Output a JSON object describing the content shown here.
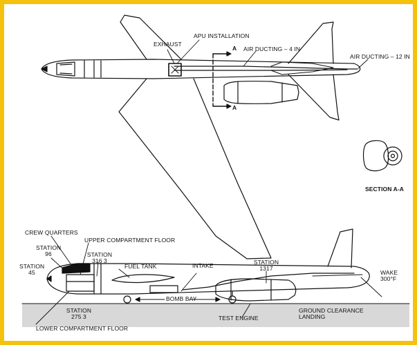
{
  "colors": {
    "frame": "#f4c20d",
    "ink": "#111111",
    "ground": "#8a8a8a"
  },
  "labels": {
    "exhaust": "EXHAUST",
    "apu_installation": "APU INSTALLATION",
    "section_marker_top": "A",
    "section_marker_bottom": "A",
    "air_ducting_4": "AIR DUCTING – 4 IN",
    "air_ducting_12": "AIR DUCTING – 12 IN",
    "section_aa": "SECTION A-A",
    "crew_quarters": "CREW QUARTERS",
    "upper_compartment_floor": "UPPER COMPARTMENT FLOOR",
    "station_96_line1": "STATION",
    "station_96_line2": "96",
    "station_3163_line1": "STATION",
    "station_3163_line2": "316 3",
    "station_45_line1": "STATION",
    "station_45_line2": "45",
    "fuel_tank": "FUEL TANK",
    "intake": "INTAKE",
    "station_1317_line1": "STATION",
    "station_1317_line2": "1317",
    "wake_line1": "WAKE",
    "wake_line2": "300°F",
    "bomb_bay": "BOMB BAY",
    "station_2753_line1": "STATION",
    "station_2753_line2": "275 3",
    "test_engine": "TEST ENGINE",
    "ground_clearance_line1": "GROUND CLEARANCE",
    "ground_clearance_line2": "LANDING",
    "lower_compartment_floor": "LOWER COMPARTMENT FLOOR"
  }
}
